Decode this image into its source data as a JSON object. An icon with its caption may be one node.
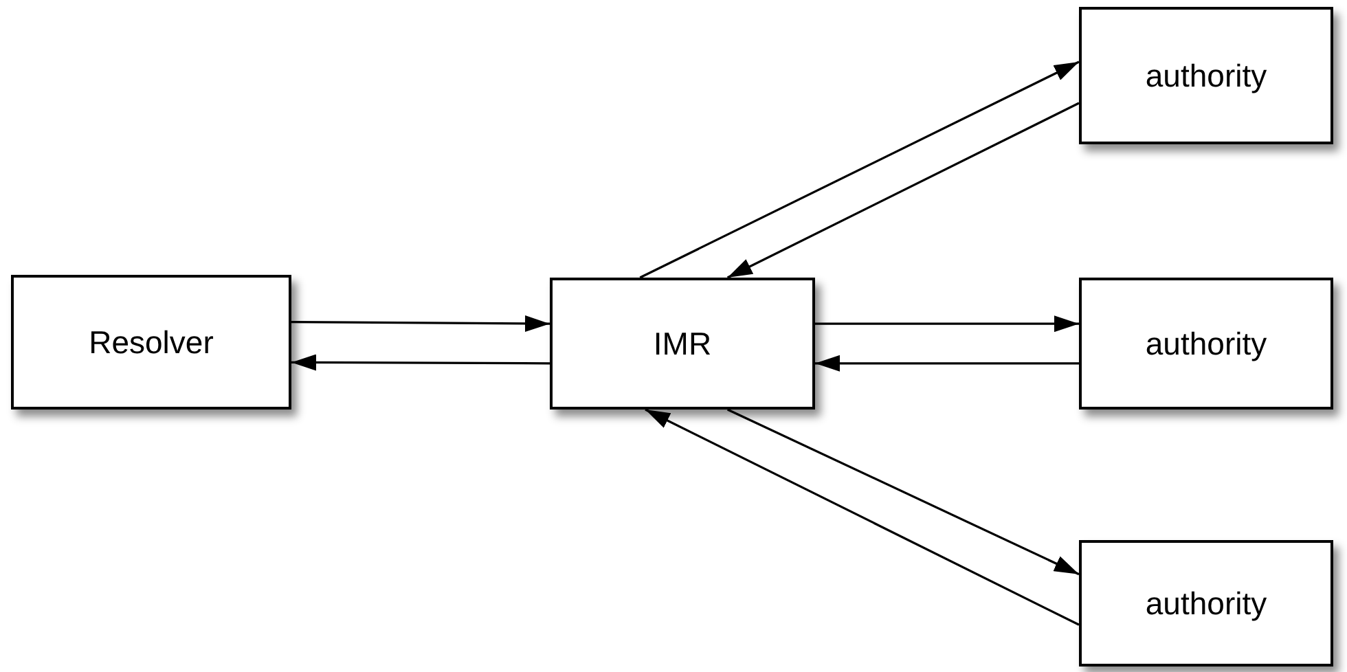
{
  "diagram": {
    "nodes": [
      {
        "text": [
          "Resolver"
        ]
      },
      {
        "text": [
          "IMR"
        ]
      },
      {
        "text": [
          "authority"
        ]
      },
      {
        "text": [
          "authority"
        ]
      },
      {
        "text": [
          "authority"
        ]
      }
    ],
    "edges": [
      {
        "from": 0,
        "to": 1,
        "arrow": "to"
      },
      {
        "from": 1,
        "to": 0,
        "arrow": "to"
      },
      {
        "from": 1,
        "to": 2,
        "arrow": "to"
      },
      {
        "from": 2,
        "to": 1,
        "arrow": "to"
      },
      {
        "from": 1,
        "to": 3,
        "arrow": "to"
      },
      {
        "from": 3,
        "to": 1,
        "arrow": "to"
      },
      {
        "from": 1,
        "to": 4,
        "arrow": "to"
      },
      {
        "from": 4,
        "to": 1,
        "arrow": "to"
      }
    ]
  }
}
